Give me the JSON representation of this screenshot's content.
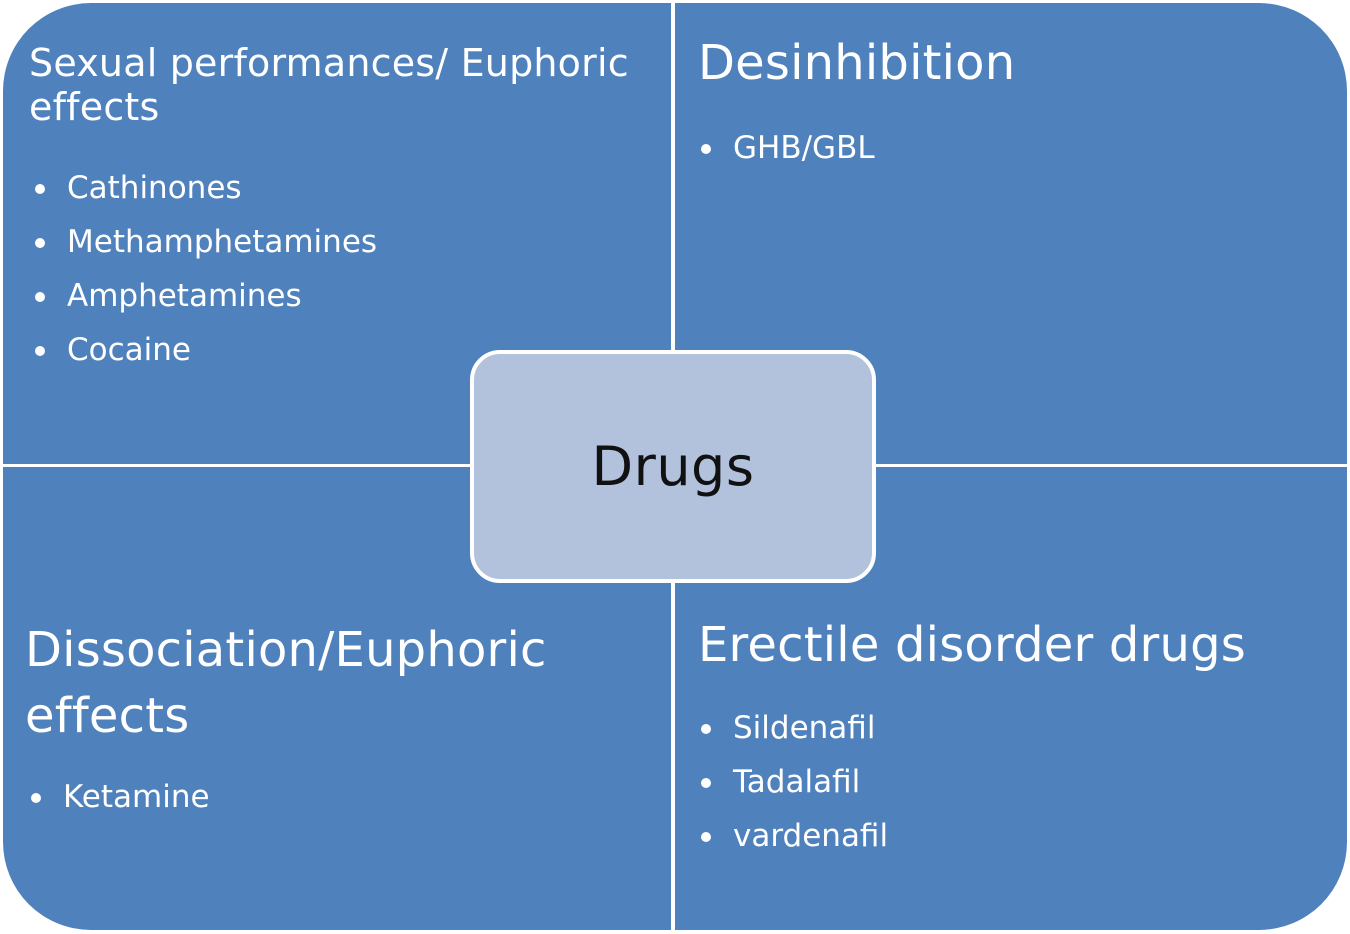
{
  "center": {
    "label": "Drugs"
  },
  "quadrants": {
    "top_left": {
      "title": "Sexual performances/ Euphoric effects",
      "items": [
        "Cathinones",
        "Methamphetamines",
        "Amphetamines",
        "Cocaine"
      ]
    },
    "top_right": {
      "title": "Desinhibition",
      "items": [
        "GHB/GBL"
      ]
    },
    "bottom_left": {
      "title": "Dissociation/Euphoric effects",
      "items": [
        "Ketamine"
      ]
    },
    "bottom_right": {
      "title": "Erectile disorder drugs",
      "items": [
        "Sildenafil",
        "Tadalafil",
        "vardenafil"
      ]
    }
  },
  "colors": {
    "quadrant_fill": "#4f81bd",
    "center_fill": "#b3c2dc",
    "divider": "#ffffff",
    "quadrant_text": "#ffffff",
    "center_text": "#111111"
  }
}
